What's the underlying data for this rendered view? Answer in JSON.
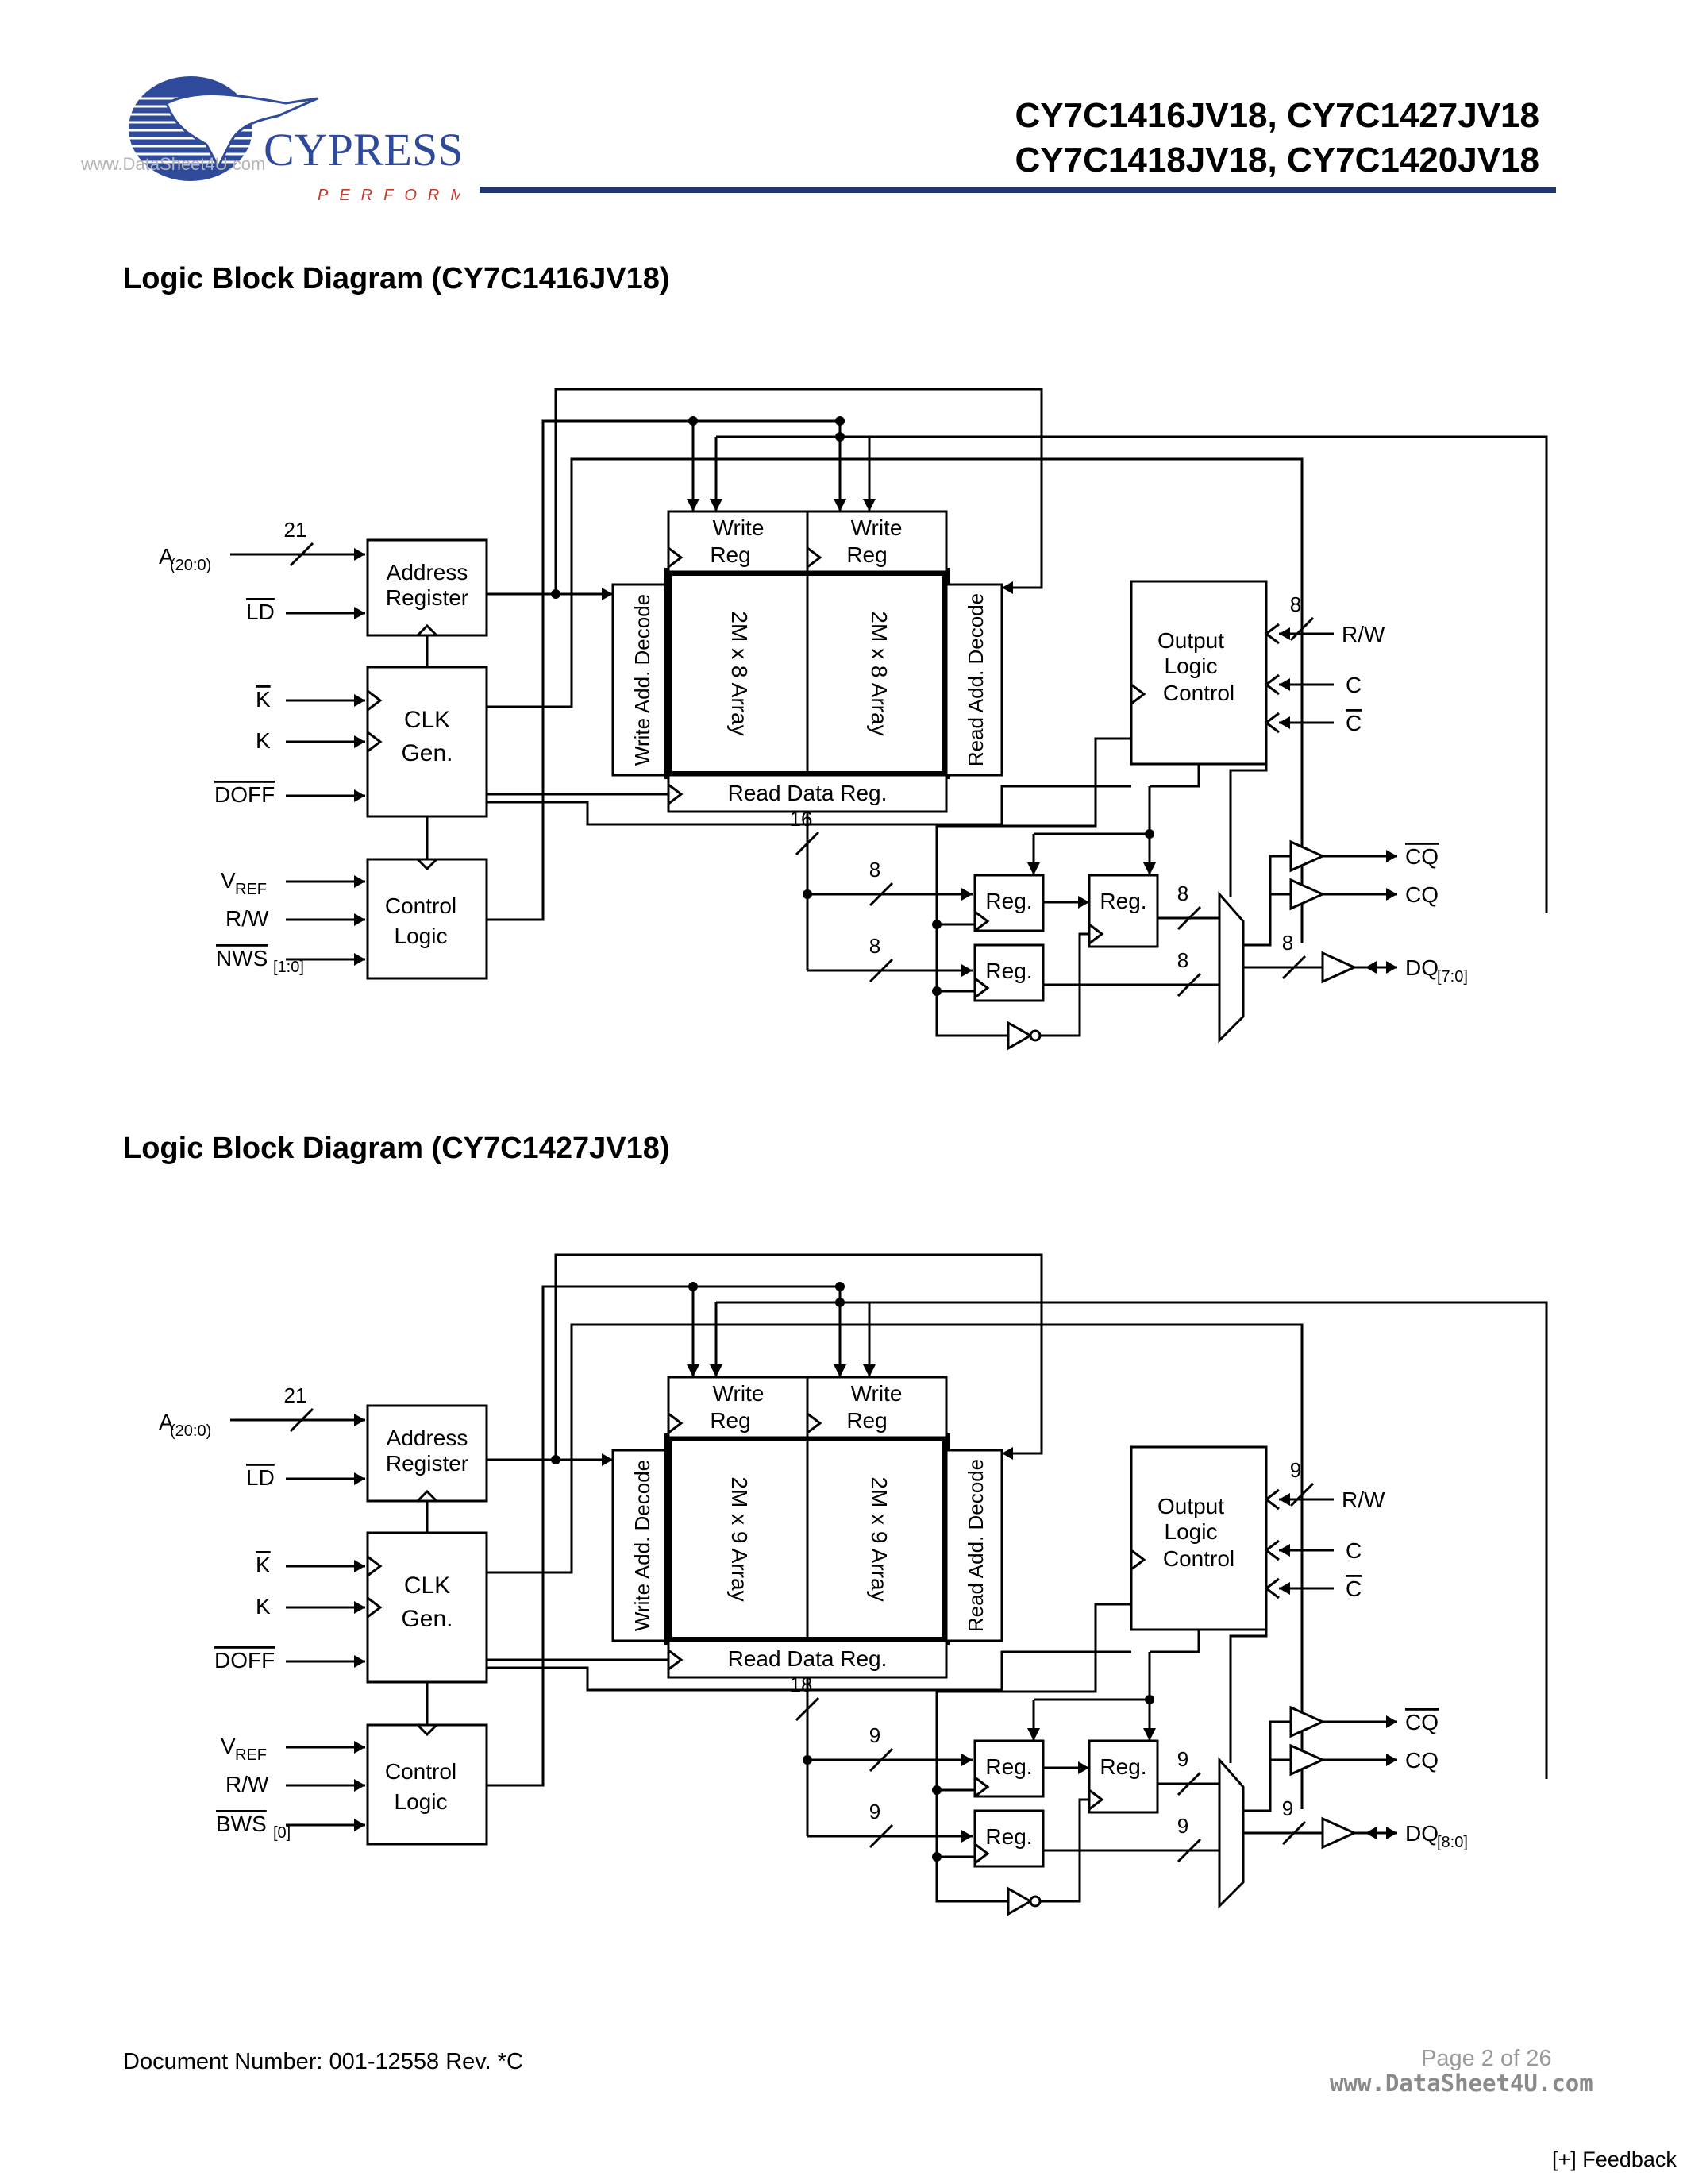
{
  "header": {
    "title_line1": "CY7C1416JV18, CY7C1427JV18",
    "title_line2": "CY7C1418JV18, CY7C1420JV18",
    "logo_text": "CYPRESS",
    "logo_tagline": "PERFORM",
    "watermark_url": "www.DataSheet4U.com",
    "rule_color": "#21356f",
    "logo_color": "#2f4a9a"
  },
  "diagrams": [
    {
      "title": "Logic Block Diagram (CY7C1416JV18)",
      "addr_input": "A",
      "addr_sub": "(20:0)",
      "addr_width": "21",
      "ld": "LD",
      "k_bar": "K",
      "k": "K",
      "doff": "DOFF",
      "vref": "V",
      "vref_sub": "REF",
      "rw": "R/W",
      "ws": "NWS",
      "ws_sub": "[1:0]",
      "address_register_1": "Address",
      "address_register_2": "Register",
      "clk_gen_1": "CLK",
      "clk_gen_2": "Gen.",
      "control_logic_1": "Control",
      "control_logic_2": "Logic",
      "write_reg_1": "Write",
      "write_reg_2": "Reg",
      "write_decode": "Write Add. Decode",
      "read_decode": "Read Add. Decode",
      "array": "2M x 8 Array",
      "read_data_reg": "Read Data Reg.",
      "output_logic_1": "Output",
      "output_logic_2": "Logic",
      "output_logic_3": "Control",
      "ol_rw": "R/W",
      "ol_c": "C",
      "ol_c_bar": "C",
      "reg": "Reg.",
      "bus_read": "16",
      "bus_half": "8",
      "bus_dq_top": "8",
      "cq_bar": "CQ",
      "cq": "CQ",
      "dq": "DQ",
      "dq_sub": "[7:0]"
    },
    {
      "title": "Logic Block Diagram (CY7C1427JV18)",
      "addr_input": "A",
      "addr_sub": "(20:0)",
      "addr_width": "21",
      "ld": "LD",
      "k_bar": "K",
      "k": "K",
      "doff": "DOFF",
      "vref": "V",
      "vref_sub": "REF",
      "rw": "R/W",
      "ws": "BWS",
      "ws_sub": "[0]",
      "address_register_1": "Address",
      "address_register_2": "Register",
      "clk_gen_1": "CLK",
      "clk_gen_2": "Gen.",
      "control_logic_1": "Control",
      "control_logic_2": "Logic",
      "write_reg_1": "Write",
      "write_reg_2": "Reg",
      "write_decode": "Write Add. Decode",
      "read_decode": "Read Add. Decode",
      "array": "2M x 9 Array",
      "read_data_reg": "Read Data Reg.",
      "output_logic_1": "Output",
      "output_logic_2": "Logic",
      "output_logic_3": "Control",
      "ol_rw": "R/W",
      "ol_c": "C",
      "ol_c_bar": "C",
      "reg": "Reg.",
      "bus_read": "18",
      "bus_half": "9",
      "bus_dq_top": "9",
      "cq_bar": "CQ",
      "cq": "CQ",
      "dq": "DQ",
      "dq_sub": "[8:0]"
    }
  ],
  "footer": {
    "document_number": "Document Number: 001-12558 Rev. *C",
    "page": "Page 2 of 26",
    "watermark": "www.DataSheet4U.com",
    "feedback": "[+] Feedback"
  }
}
